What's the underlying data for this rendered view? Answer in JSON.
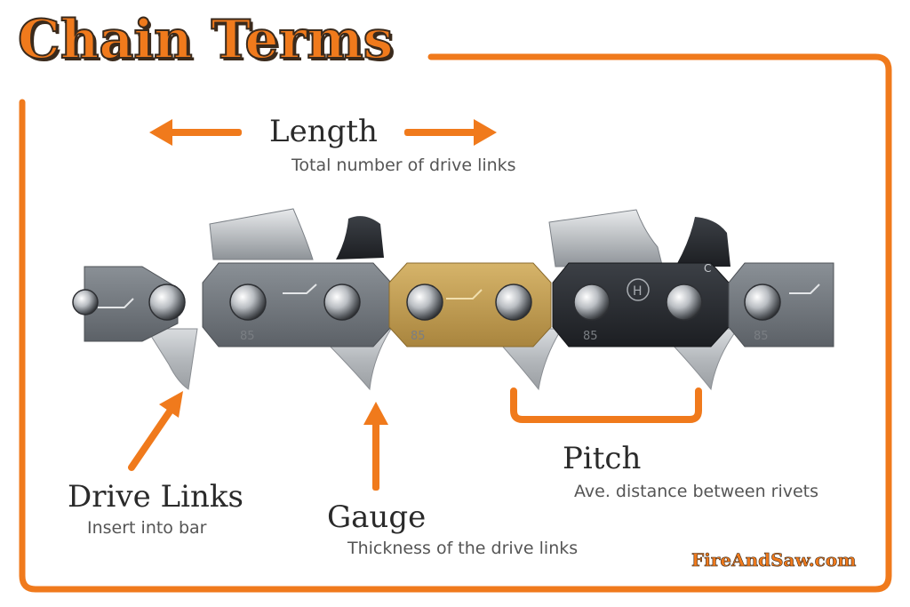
{
  "title": "Chain Terms",
  "brand": "FireAndSaw.com",
  "accent_color": "#f07a1c",
  "terms": {
    "length": {
      "label": "Length",
      "description": "Total number of drive links"
    },
    "pitch": {
      "label": "Pitch",
      "description": "Ave. distance between rivets"
    },
    "drive_links": {
      "label": "Drive Links",
      "description": "Insert into bar"
    },
    "gauge": {
      "label": "Gauge",
      "description": "Thickness of the drive links"
    }
  },
  "chain": {
    "link_stamp": "85",
    "cutter_mark": "C",
    "logo_letter": "H"
  }
}
